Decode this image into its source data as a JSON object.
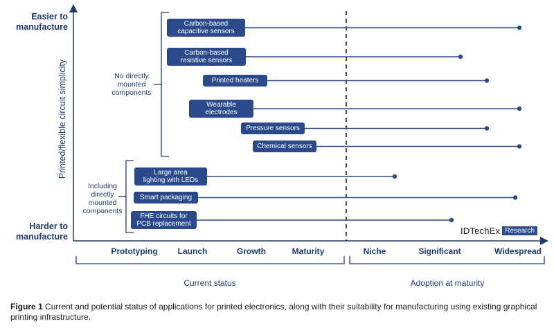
{
  "y_axis": {
    "top_label": "Easier to manufacture",
    "bottom_label": "Harder to manufacture",
    "title": "Printed/flexible circuit simplicity"
  },
  "groups": {
    "no_components": "No directly mounted components",
    "with_components": "Including directly mounted components"
  },
  "x_axis": {
    "stages": [
      "Prototyping",
      "Launch",
      "Growth",
      "Maturity"
    ],
    "adoption": [
      "Niche",
      "Significant",
      "Widespread"
    ],
    "current_status_title": "Current status",
    "adoption_title": "Adoption at maturity"
  },
  "applications": [
    {
      "label": "Carbon-based capacitive sensors",
      "label_lines": [
        "Carbon-based",
        "capacitive sensors"
      ],
      "adoption": "Widespread"
    },
    {
      "label": "Carbon-based resistive sensors",
      "label_lines": [
        "Carbon-based",
        "resistive sensors"
      ],
      "adoption": "Significant"
    },
    {
      "label": "Printed heaters",
      "label_lines": [
        "Printed heaters"
      ],
      "adoption": "Widespread"
    },
    {
      "label": "Wearable electrodes",
      "label_lines": [
        "Wearable",
        "electrodes"
      ],
      "adoption": "Widespread"
    },
    {
      "label": "Pressure sensors",
      "label_lines": [
        "Pressure sensors"
      ],
      "adoption": "Widespread"
    },
    {
      "label": "Chemical sensors",
      "label_lines": [
        "Chemical sensors"
      ],
      "adoption": "Widespread"
    },
    {
      "label": "Large area lighting with LEDs",
      "label_lines": [
        "Large area",
        "lighting with LEDs"
      ],
      "adoption": "Niche"
    },
    {
      "label": "Smart packaging",
      "label_lines": [
        "Smart packaging"
      ],
      "adoption": "Widespread"
    },
    {
      "label": "FHE circuits for PCB replacement",
      "label_lines": [
        "FHE circuits for",
        "PCB replacement"
      ],
      "adoption": "Significant"
    }
  ],
  "logo": {
    "main": "IDTechEx",
    "tag": "Research"
  },
  "caption": {
    "prefix": "Figure 1",
    "text": " Current and potential status of applications for printed electronics, along with their suitability for manufacturing using existing graphical printing infrastructure."
  },
  "colors": {
    "primary": "#2a4a8c",
    "text": "#1f3a6e"
  }
}
